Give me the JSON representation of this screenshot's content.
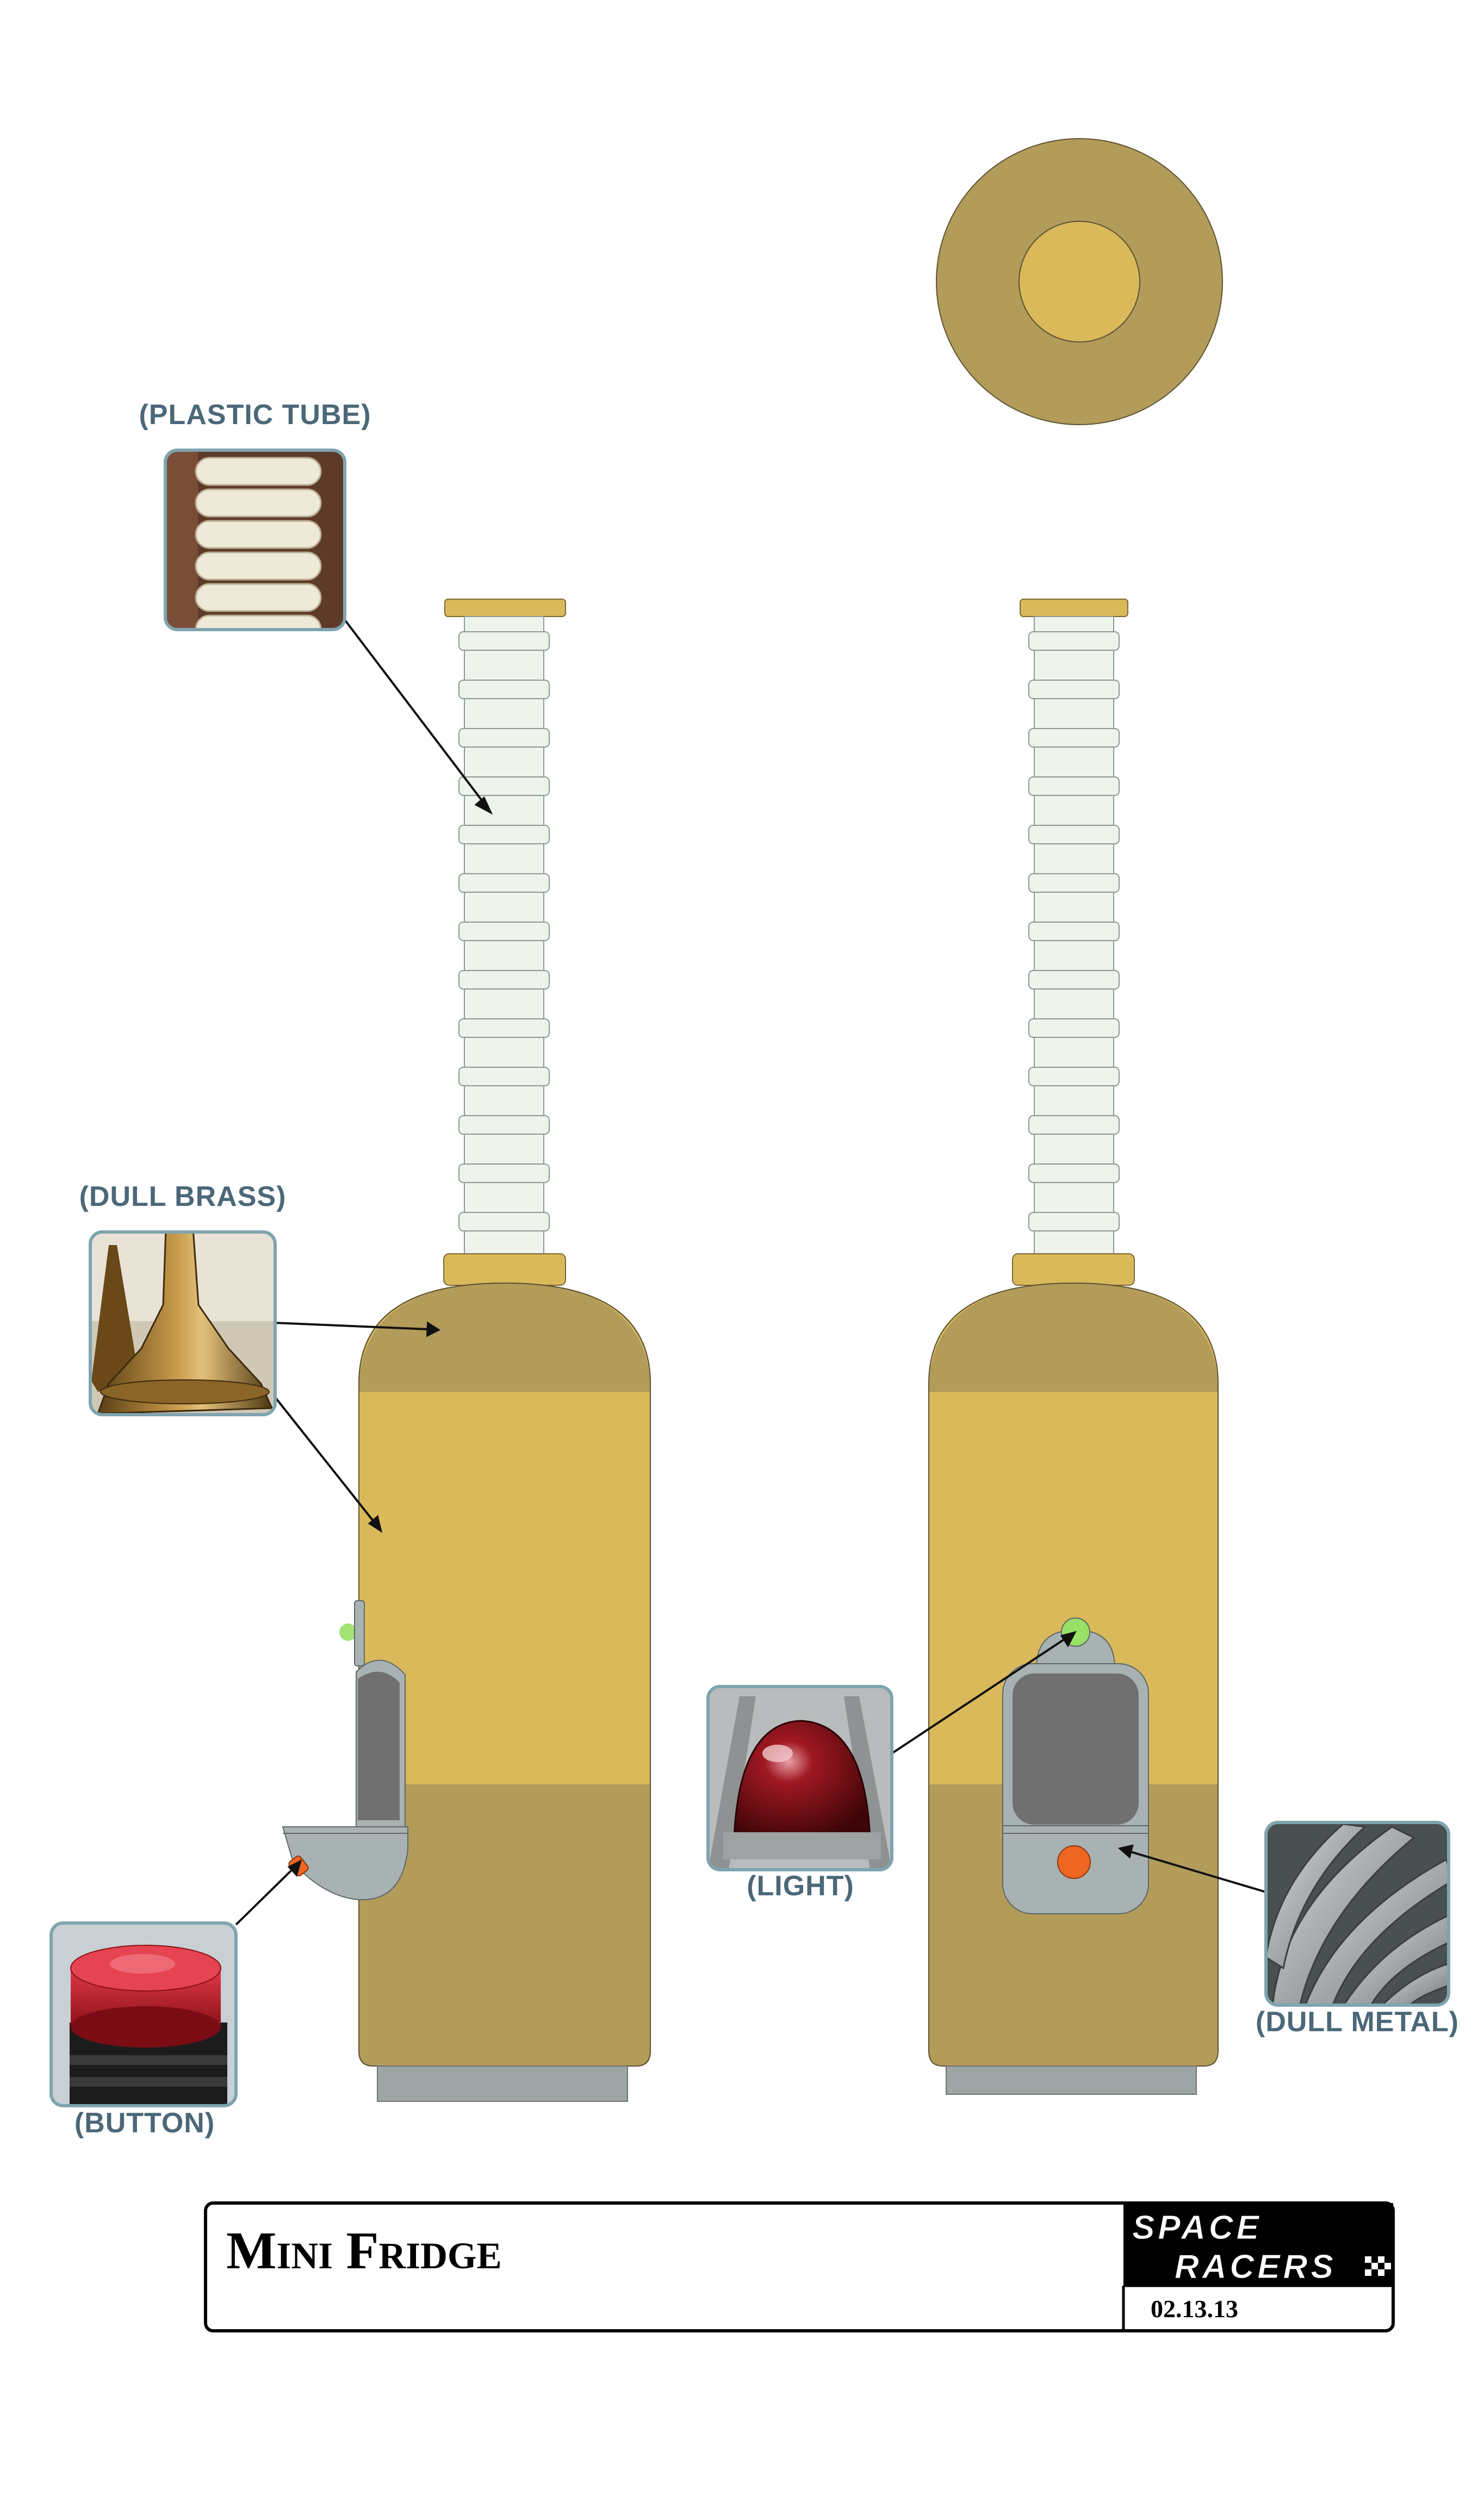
{
  "labels": {
    "plastic_tube": "(PLASTIC TUBE)",
    "dull_brass": "(DULL BRASS)",
    "button": "(BUTTON)",
    "light": "(LIGHT)",
    "dull_metal": "(DULL METAL)"
  },
  "title_block": {
    "title": "Mini Fridge",
    "logo_line1": "SPACE",
    "logo_line2": "RACERS",
    "date": "02.13.13"
  },
  "colors": {
    "brass_dark": "#b39b5a",
    "brass_light": "#d9b95a",
    "tube_fill": "#eef3ec",
    "tube_stroke": "#8a9a93",
    "window_gray": "#707070",
    "hatch_frame": "#a8b2b2",
    "base_gray": "#9ea5a5",
    "button_orange": "#ee6622",
    "light_green": "#99e066",
    "label_color": "#4b6878",
    "photo_frame": "#7fa4b0"
  },
  "icons": {
    "plastic_tube_photo": "coiled-plastic-tube-photo",
    "dull_brass_photo": "brass-bell-photo",
    "button_photo": "red-push-button-photo",
    "light_photo": "red-dome-light-photo",
    "dull_metal_photo": "metal-turbine-blades-photo"
  }
}
